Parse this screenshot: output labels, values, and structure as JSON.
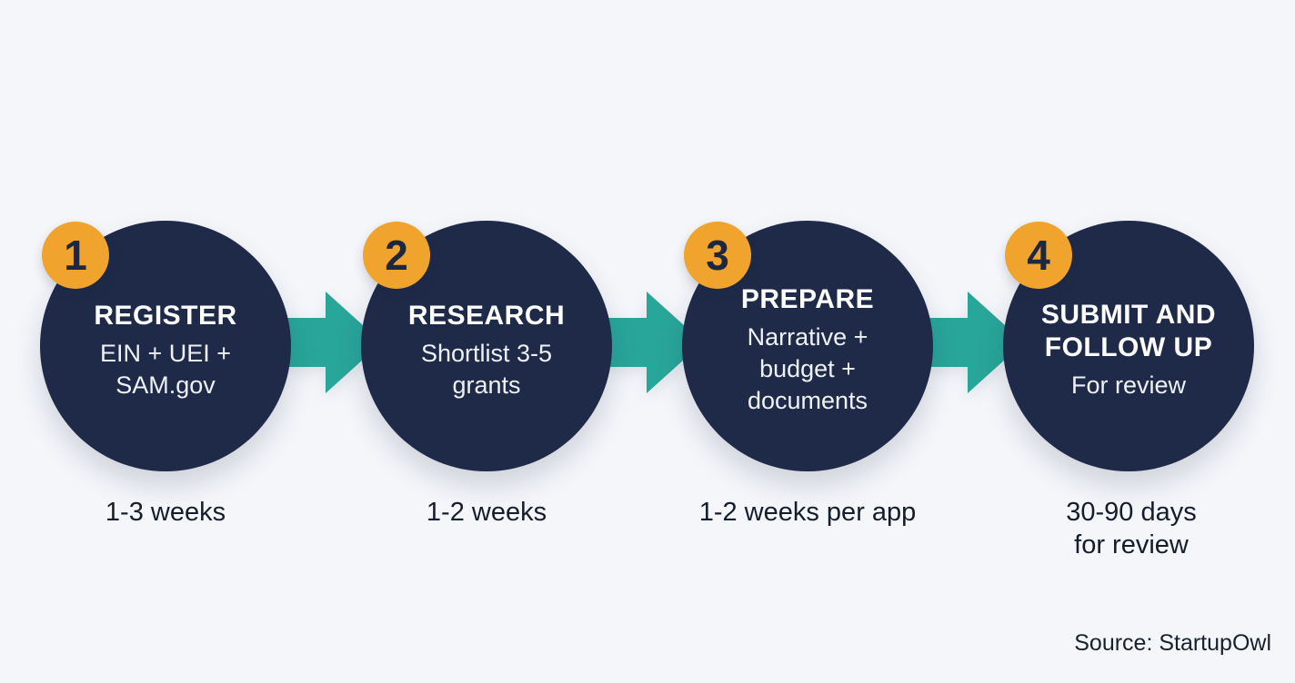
{
  "colors": {
    "background": "#f4f6fa",
    "circle_navy": "#1e2a48",
    "badge_orange": "#f1a42d",
    "arrow_teal": "#29a69a",
    "badge_number": "#1c2740",
    "duration_text": "#141d2d",
    "circle_text": "#ffffff"
  },
  "steps": [
    {
      "number": "1",
      "title_lines": [
        "REGISTER"
      ],
      "subtitle_lines": [
        "EIN + UEI +",
        "SAM.gov"
      ],
      "duration_lines": [
        "1-3 weeks"
      ]
    },
    {
      "number": "2",
      "title_lines": [
        "RESEARCH"
      ],
      "subtitle_lines": [
        "Shortlist 3-5",
        "grants"
      ],
      "duration_lines": [
        "1-2 weeks"
      ]
    },
    {
      "number": "3",
      "title_lines": [
        "PREPARE"
      ],
      "subtitle_lines": [
        "Narrative +",
        "budget +",
        "documents"
      ],
      "duration_lines": [
        "1-2 weeks per app"
      ]
    },
    {
      "number": "4",
      "title_lines": [
        "SUBMIT AND",
        "FOLLOW UP"
      ],
      "subtitle_lines": [
        "For review"
      ],
      "duration_lines": [
        "30-90 days",
        "for review"
      ]
    }
  ],
  "source_credit": "Source: StartupOwl"
}
